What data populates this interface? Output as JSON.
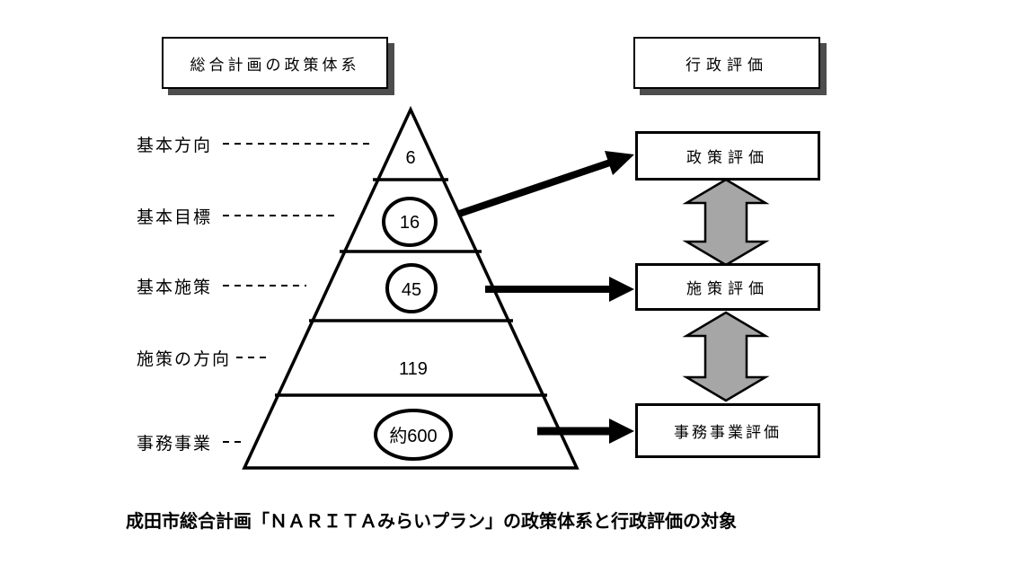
{
  "titles": {
    "left": "総合計画の政策体系",
    "right": "行政評価"
  },
  "pyramid": {
    "levels": [
      {
        "label": "基本方向",
        "value": "6",
        "shape": "none"
      },
      {
        "label": "基本目標",
        "value": "16",
        "shape": "circle"
      },
      {
        "label": "基本施策",
        "value": "45",
        "shape": "circle"
      },
      {
        "label": "施策の方向",
        "value": "119",
        "shape": "none"
      },
      {
        "label": "事務事業",
        "value": "約600",
        "shape": "ellipse"
      }
    ]
  },
  "evaluations": [
    {
      "label": "政策評価"
    },
    {
      "label": "施策評価"
    },
    {
      "label": "事務事業評価"
    }
  ],
  "caption": "成田市総合計画「ＮＡＲＩＴＡみらいプラン」の政策体系と行政評価の対象",
  "colors": {
    "line": "#000000",
    "arrow_gray": "#a6a6a6",
    "box_shadow": "#4d4d4d",
    "background": "#ffffff"
  }
}
